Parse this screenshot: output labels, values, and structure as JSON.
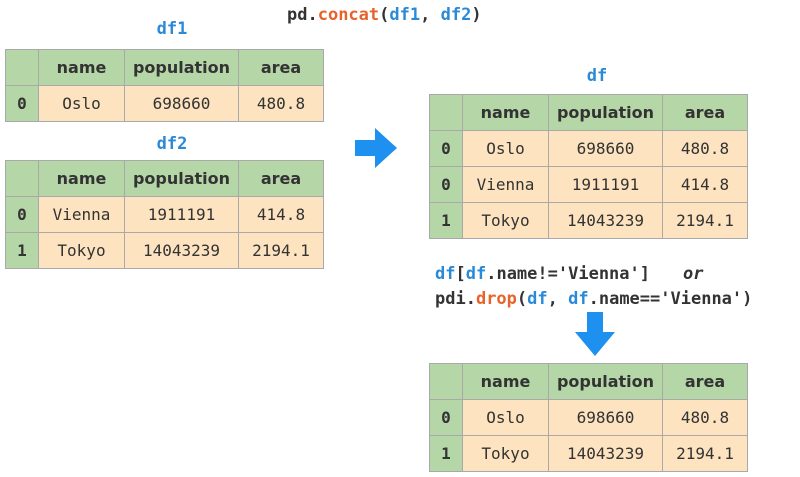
{
  "concat_code": {
    "prefix": "pd.",
    "func": "concat",
    "open": "(",
    "arg1": "df1",
    "sep": ", ",
    "arg2": "df2",
    "close": ")"
  },
  "df1": {
    "label": "df1",
    "columns": [
      "",
      "name",
      "population",
      "area"
    ],
    "rows": [
      {
        "index": "0",
        "name": "Oslo",
        "population": "698660",
        "area": "480.8"
      }
    ]
  },
  "df2": {
    "label": "df2",
    "columns": [
      "",
      "name",
      "population",
      "area"
    ],
    "rows": [
      {
        "index": "0",
        "name": "Vienna",
        "population": "1911191",
        "area": "414.8"
      },
      {
        "index": "1",
        "name": "Tokyo",
        "population": "14043239",
        "area": "2194.1"
      }
    ]
  },
  "df": {
    "label": "df",
    "columns": [
      "",
      "name",
      "population",
      "area"
    ],
    "rows": [
      {
        "index": "0",
        "name": "Oslo",
        "population": "698660",
        "area": "480.8"
      },
      {
        "index": "0",
        "name": "Vienna",
        "population": "1911191",
        "area": "414.8"
      },
      {
        "index": "1",
        "name": "Tokyo",
        "population": "14043239",
        "area": "2194.1"
      }
    ]
  },
  "filter_code": {
    "line1_a": "df",
    "line1_b": "[",
    "line1_c": "df",
    "line1_d": ".name!=",
    "line1_e": "'Vienna'",
    "line1_f": "]",
    "or_word": "or",
    "line2_a": "pdi.",
    "line2_b": "drop",
    "line2_c": "(",
    "line2_d": "df",
    "line2_e": ", ",
    "line2_f": "df",
    "line2_g": ".name==",
    "line2_h": "'Vienna'",
    "line2_i": ")"
  },
  "result": {
    "columns": [
      "",
      "name",
      "population",
      "area"
    ],
    "rows": [
      {
        "index": "0",
        "name": "Oslo",
        "population": "698660",
        "area": "480.8"
      },
      {
        "index": "1",
        "name": "Tokyo",
        "population": "14043239",
        "area": "2194.1"
      }
    ]
  },
  "colors": {
    "header_green": "#b5d6a7",
    "cell_orange": "#fde3bf",
    "code_blue": "#2a8ad8",
    "code_orange": "#e8632b",
    "arrow_blue": "#1e90f0"
  },
  "icons": {
    "right_arrow": "arrow-right-icon",
    "down_arrow": "arrow-down-icon"
  }
}
